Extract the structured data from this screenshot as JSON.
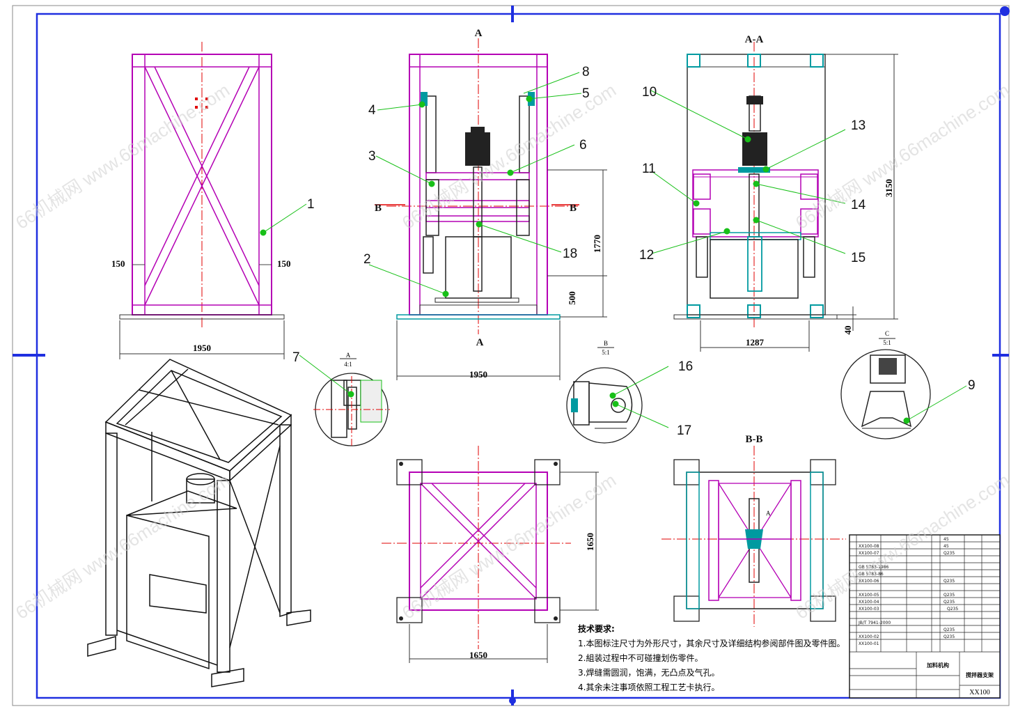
{
  "balloons": [
    "1",
    "2",
    "3",
    "4",
    "5",
    "6",
    "7",
    "8",
    "9",
    "10",
    "11",
    "12",
    "13",
    "14",
    "15",
    "16",
    "17",
    "18"
  ],
  "dimensions": {
    "front_width": "1950",
    "front_left_inset": "150",
    "front_right_inset": "150",
    "side_width": "1950",
    "side_height_mid": "1770",
    "side_height_low": "500",
    "section_width": "1287",
    "section_height": "3150",
    "section_base": "40",
    "top_size_h": "1650",
    "top_size_v": "1650"
  },
  "section_labels": {
    "a_top": "A",
    "a_bottom": "A",
    "aa": "A-A",
    "b_left": "B",
    "b_right": "B",
    "bb": "B-B",
    "a_small": "A"
  },
  "details": {
    "a": {
      "name": "A",
      "scale": "4:1"
    },
    "b": {
      "name": "B",
      "scale": "5:1"
    },
    "c": {
      "name": "C",
      "scale": "5:1"
    }
  },
  "tech_notes": {
    "title": "技术要求:",
    "lines": [
      "1.本图标注尺寸为外形尺寸，其余尺寸及详细结构参阅部件图及零件图。",
      "2.組装过程中不可碰撞划伤零件。",
      "3.焊缝需圆润，饱满，无凸点及气孔。",
      "4.其余未注事项依照工程工艺卡执行。"
    ]
  },
  "title_block": {
    "codes": [
      "XX100-08",
      "XX100-07",
      "GB 5783-1986",
      "GB 5783-86",
      "XX100-06",
      "XX100-05",
      "XX100-04",
      "XX100-03",
      "JB/T 7941-2000",
      "",
      "XX100-02",
      "XX100-01"
    ],
    "materials": [
      "45",
      "45",
      "Q235",
      "",
      "Q235",
      "",
      "Q235",
      "Q235",
      "Q235",
      "",
      "Q235",
      "Q235"
    ],
    "name_cell": "加料机构",
    "project": "搅拌器支架",
    "drawing_no": "XX100"
  },
  "watermark": "66机械网 www.66machine.com",
  "colors": {
    "frame": "#1f2fe0",
    "part": "#b400b4",
    "center": "#e00000",
    "leader": "#18c018",
    "cyan": "#009aa0",
    "dark": "#111111"
  }
}
